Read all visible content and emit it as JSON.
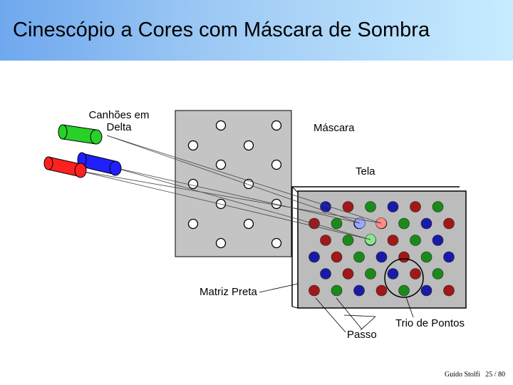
{
  "slide": {
    "title": "Cinescópio a Cores com Máscara de Sombra",
    "footer_author": "Guido Stolfi",
    "footer_page": "25 / 80"
  },
  "labels": {
    "guns_line1": "Canhões em",
    "guns_line2": "Delta",
    "mask": "Máscara",
    "screen": "Tela",
    "black_matrix": "Matriz Preta",
    "pitch": "Passo",
    "dot_trio": "Trio de Pontos"
  },
  "colors": {
    "red_phosphor": "#a01818",
    "green_phosphor": "#1a8a1a",
    "blue_phosphor": "#1a1aa8",
    "red_gun": "#ff2020",
    "green_gun": "#28d028",
    "blue_gun": "#2020ff",
    "mask": "#c4c4c4",
    "screen": "#bcbcbc"
  }
}
